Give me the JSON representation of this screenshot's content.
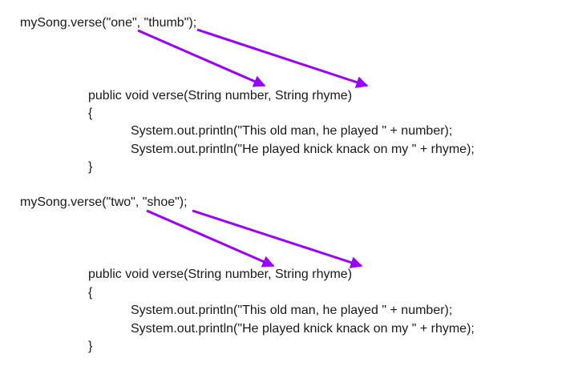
{
  "blocks": [
    {
      "call": "mySong.verse(\"one\", \"thumb\");",
      "signature": "public void verse(String number, String rhyme)",
      "open_brace": "{",
      "line1": "System.out.println(\"This old man, he played \" + number);",
      "line2": "System.out.println(\"He played knick knack on my \" + rhyme);",
      "close_brace": "}"
    },
    {
      "call": "mySong.verse(\"two\", \"shoe\");",
      "signature": "public void verse(String number, String rhyme)",
      "open_brace": "{",
      "line1": "System.out.println(\"This old man, he played \" + number);",
      "line2": "System.out.println(\"He played knick knack on my \" + rhyme);",
      "close_brace": "}"
    }
  ],
  "colors": {
    "arrow": "#9900ff",
    "text": "#1a1a1a"
  }
}
